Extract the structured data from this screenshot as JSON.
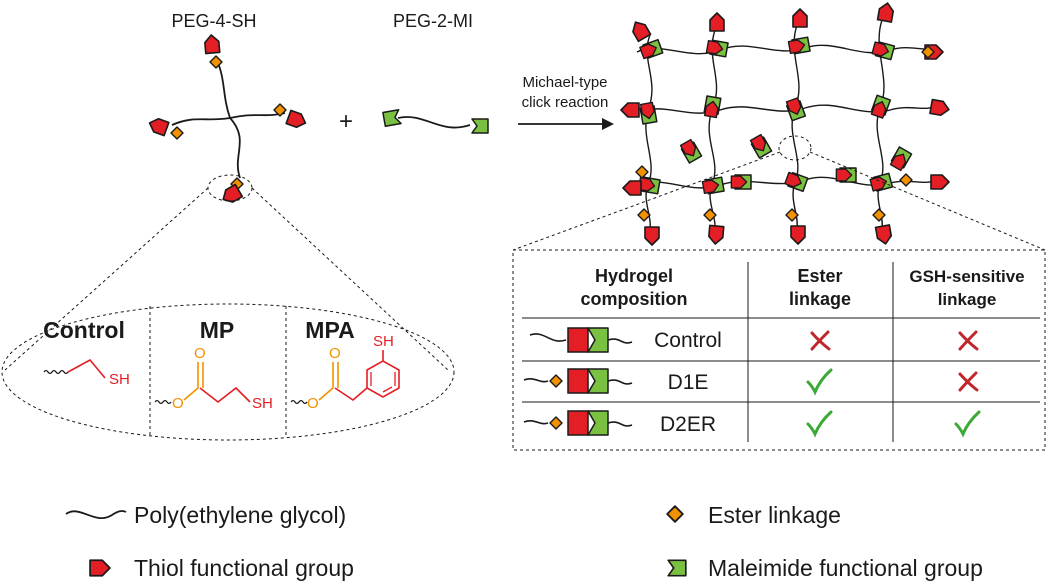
{
  "reactants": {
    "peg4_label": "PEG-4-SH",
    "peg2_label": "PEG-2-MI",
    "plus": "+"
  },
  "reaction": {
    "line1": "Michael-type",
    "line2": "click reaction"
  },
  "chem": {
    "control": {
      "name": "Control",
      "sh": "SH"
    },
    "mp": {
      "name": "MP",
      "o": "O",
      "o2": "O",
      "sh": "SH"
    },
    "mpa": {
      "name": "MPA",
      "o": "O",
      "o2": "O",
      "sh": "SH"
    }
  },
  "table": {
    "headers": [
      {
        "line1": "Hydrogel",
        "line2": "composition"
      },
      {
        "line1": "Ester",
        "line2": "linkage"
      },
      {
        "line1": "GSH-sensitive",
        "line2": "linkage"
      }
    ],
    "rows": [
      {
        "name": "Control",
        "ester": "cross",
        "gsh": "cross",
        "has_ester_diamond": false
      },
      {
        "name": "D1E",
        "ester": "check",
        "gsh": "cross",
        "has_ester_diamond": true
      },
      {
        "name": "D2ER",
        "ester": "check",
        "gsh": "check",
        "has_ester_diamond": true
      }
    ]
  },
  "legend": {
    "peg": "Poly(ethylene glycol)",
    "thiol": "Thiol functional group",
    "ester": "Ester linkage",
    "maleimide": "Maleimide functional group"
  },
  "colors": {
    "thiol_red": "#e31e24",
    "ester_orange": "#f39200",
    "maleimide_green": "#7ac142",
    "check_green": "#3aa935",
    "cross_red": "#c0272d"
  },
  "icons": {
    "thiol": "red-pentagon-icon",
    "ester": "orange-diamond-icon",
    "maleimide": "green-notched-square-icon",
    "check": "checkmark-icon",
    "cross": "cross-icon"
  }
}
